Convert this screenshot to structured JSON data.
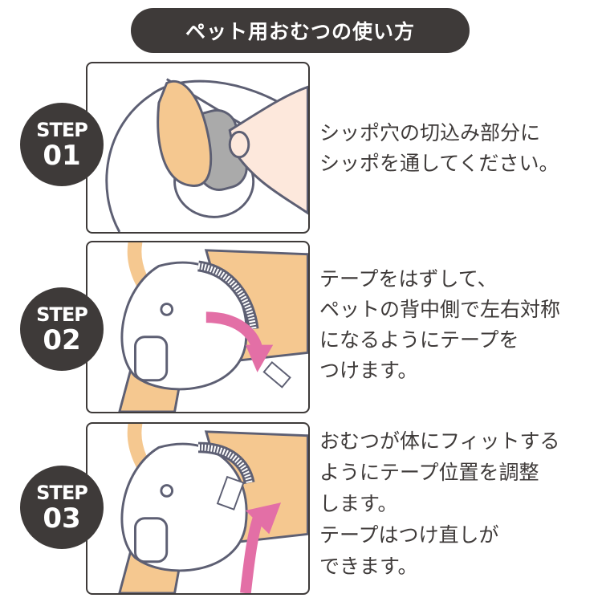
{
  "title": "ペット用おむつの使い方",
  "colors": {
    "dark": "#3e3a39",
    "skin": "#f5c890",
    "pink": "#e36fa6",
    "hand": "#fde8dc"
  },
  "steps": [
    {
      "label": "STEP",
      "number": "01",
      "lines": [
        "シッポ穴の切込み部分に",
        "シッポを通してください。"
      ]
    },
    {
      "label": "STEP",
      "number": "02",
      "lines": [
        "テープをはずして、",
        "ペットの背中側で左右対称",
        "になるようにテープを",
        "つけます。"
      ]
    },
    {
      "label": "STEP",
      "number": "03",
      "lines": [
        "おむつが体にフィットする",
        "ようにテープ位置を調整",
        "します。",
        "テープはつけ直しが",
        "できます。"
      ]
    }
  ]
}
